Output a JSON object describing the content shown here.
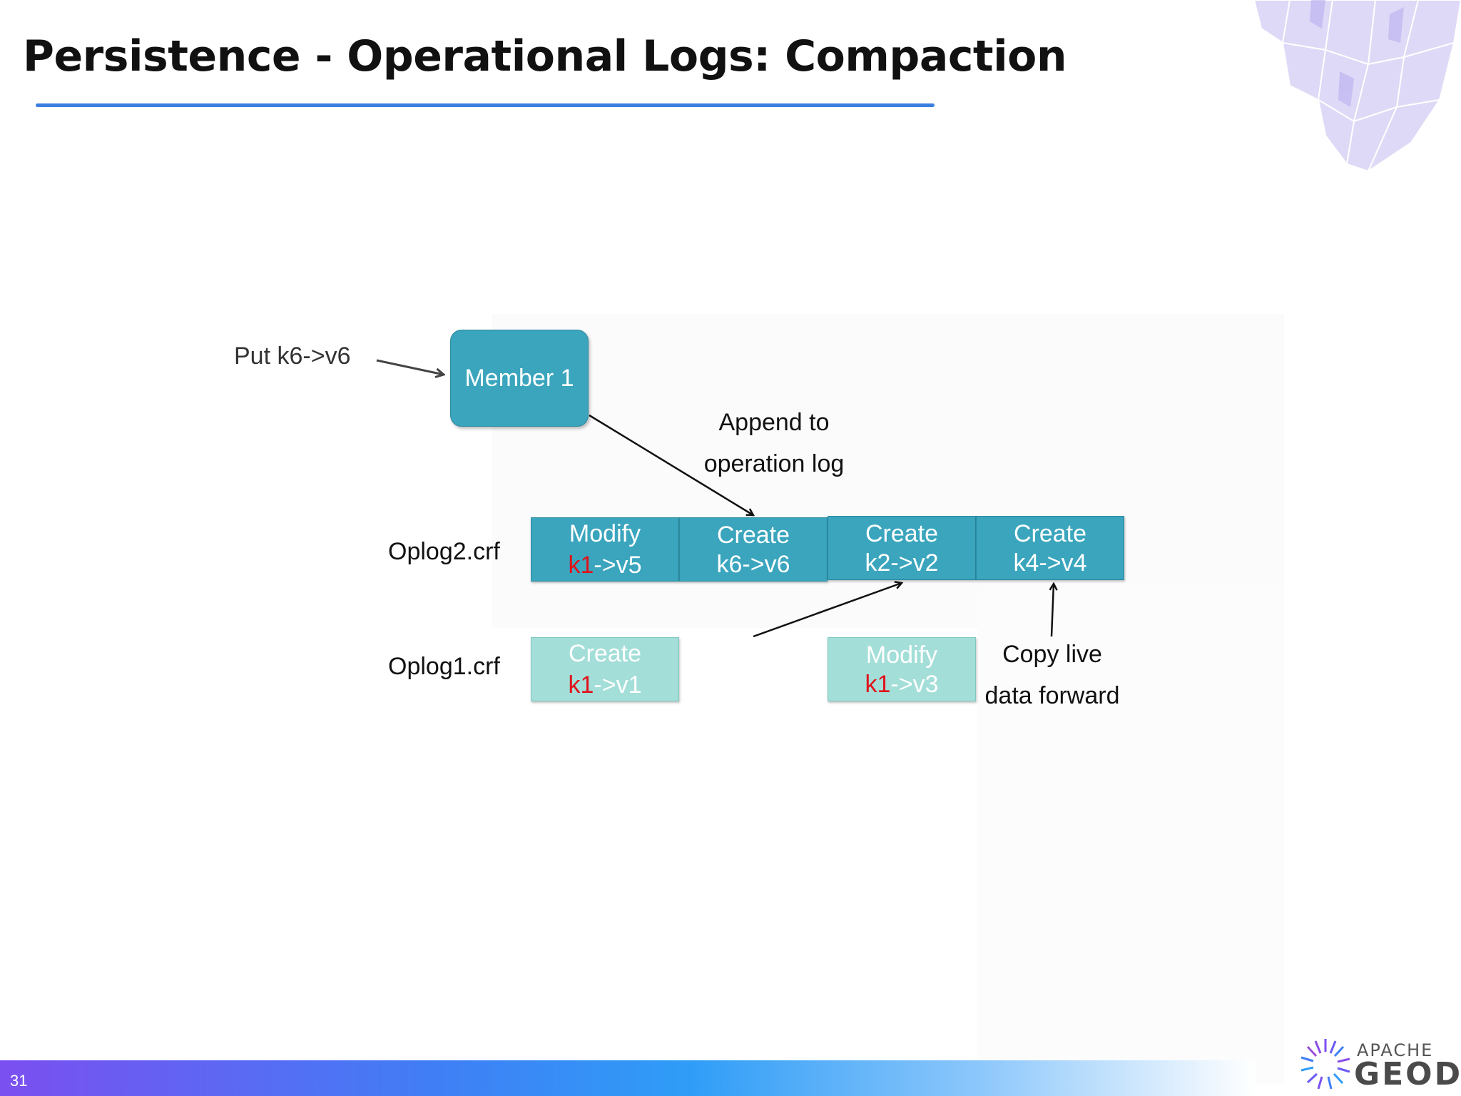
{
  "slide": {
    "title": "Persistence - Operational Logs: Compaction",
    "page_number": "31"
  },
  "diagram": {
    "put_label": "Put k6->v6",
    "member_label": "Member 1",
    "append_line1": "Append to",
    "append_line2": "operation log",
    "oplog2_label": "Oplog2.crf",
    "oplog1_label": "Oplog1.crf",
    "copy_line1": "Copy live",
    "copy_line2": "data forward",
    "oplog2_cells": [
      {
        "op": "Modify",
        "key": "k1",
        "rest": "->v5"
      },
      {
        "op": "Create",
        "text": "k6->v6"
      },
      {
        "op": "Create",
        "text": "k2->v2"
      },
      {
        "op": "Create",
        "text": "k4->v4"
      }
    ],
    "oplog1_cells": [
      {
        "op": "Create",
        "key": "k1",
        "rest": "->v1"
      },
      {
        "op": "Modify",
        "key": "k1",
        "rest": "->v3"
      }
    ]
  },
  "logo": {
    "small": "APACHE",
    "big": "GEODE"
  },
  "colors": {
    "dark_cell": "#3aa5bd",
    "light_cell": "#a3ded8",
    "key_highlight": "#e0131b",
    "title_underline": "#3a7fe0"
  }
}
